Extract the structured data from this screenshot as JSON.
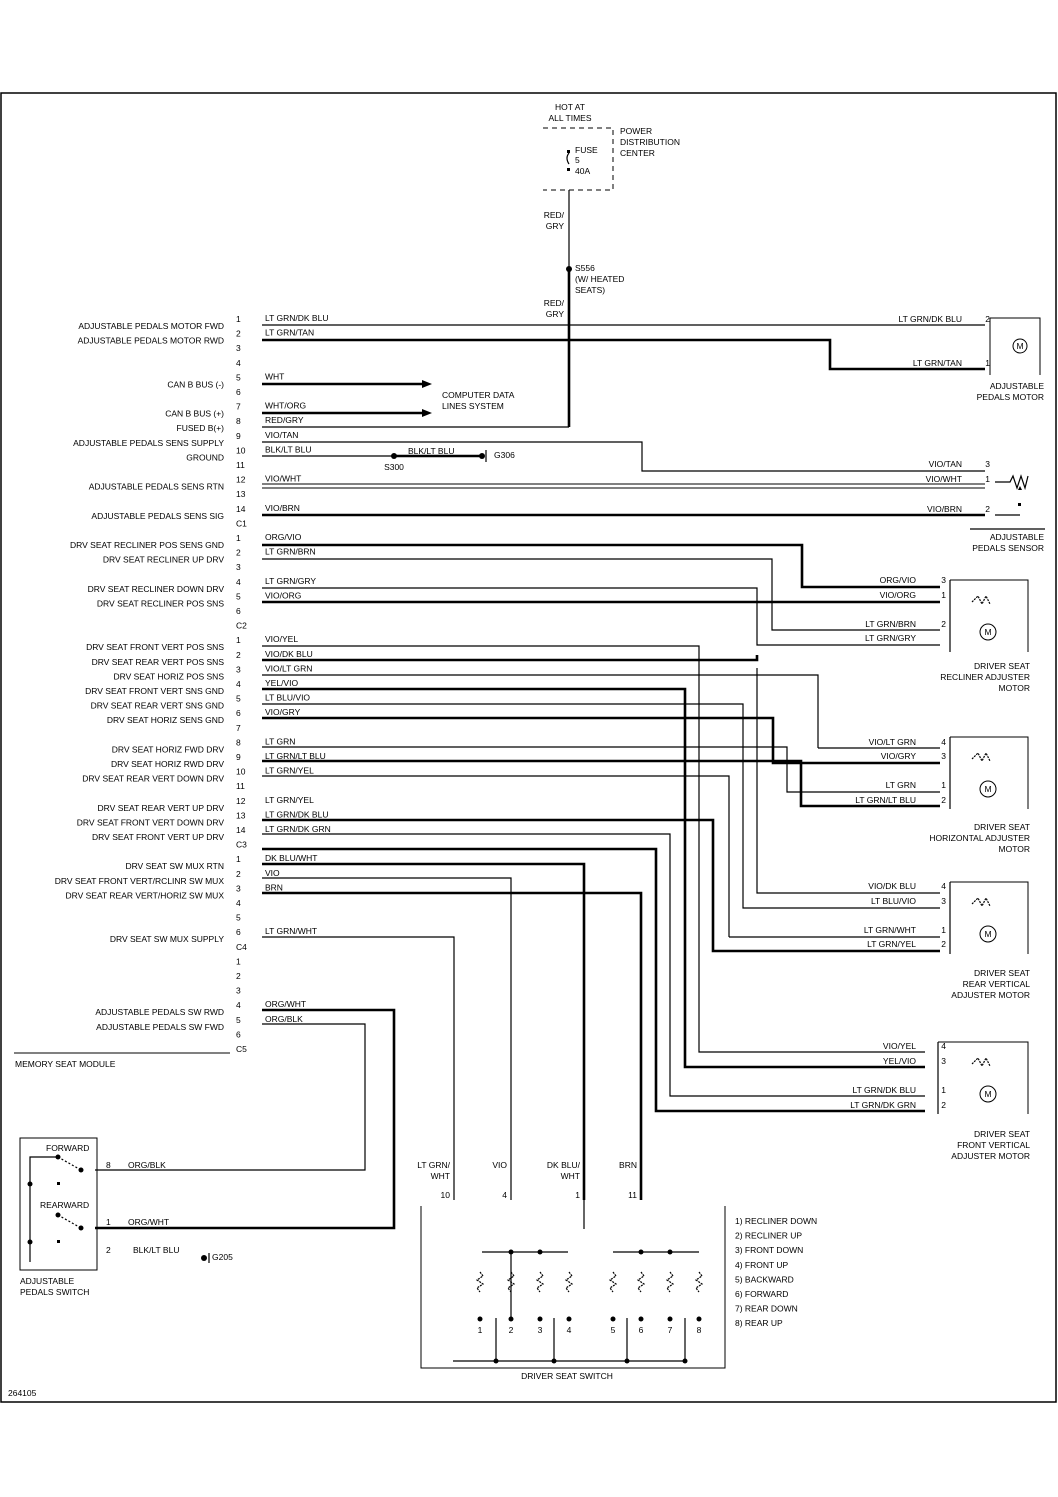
{
  "diagram_id": "264105",
  "power": {
    "hot_label": [
      "HOT AT",
      "ALL TIMES"
    ],
    "pdc_label": [
      "POWER",
      "DISTRIBUTION",
      "CENTER"
    ],
    "fuse_label": [
      "FUSE",
      "5",
      "40A"
    ],
    "feed_wire": [
      "RED/",
      "GRY"
    ],
    "splice_label": [
      "S556",
      "(W/ HEATED",
      "SEATS)"
    ],
    "feed_wire2": [
      "RED/",
      "GRY"
    ]
  },
  "module": {
    "name": "MEMORY SEAT MODULE",
    "connectors": [
      {
        "name": "C1",
        "pins": [
          {
            "pin": "1",
            "wire": "LT GRN/DK BLU",
            "circuit": "ADJUSTABLE PEDALS MOTOR FWD"
          },
          {
            "pin": "2",
            "wire": "LT GRN/TAN",
            "circuit": "ADJUSTABLE PEDALS MOTOR RWD"
          },
          {
            "pin": "3",
            "wire": "",
            "circuit": ""
          },
          {
            "pin": "4",
            "wire": "",
            "circuit": ""
          },
          {
            "pin": "5",
            "wire": "WHT",
            "circuit": "CAN B BUS (-)"
          },
          {
            "pin": "6",
            "wire": "",
            "circuit": ""
          },
          {
            "pin": "7",
            "wire": "WHT/ORG",
            "circuit": "CAN B BUS (+)"
          },
          {
            "pin": "8",
            "wire": "RED/GRY",
            "circuit": "FUSED B(+)"
          },
          {
            "pin": "9",
            "wire": "VIO/TAN",
            "circuit": "ADJUSTABLE PEDALS SENS SUPPLY"
          },
          {
            "pin": "10",
            "wire": "BLK/LT BLU",
            "circuit": "GROUND"
          },
          {
            "pin": "11",
            "wire": "",
            "circuit": ""
          },
          {
            "pin": "12",
            "wire": "VIO/WHT",
            "circuit": "ADJUSTABLE PEDALS SENS RTN"
          },
          {
            "pin": "13",
            "wire": "",
            "circuit": ""
          },
          {
            "pin": "14",
            "wire": "VIO/BRN",
            "circuit": "ADJUSTABLE PEDALS SENS SIG"
          }
        ]
      },
      {
        "name": "C2",
        "pins": [
          {
            "pin": "1",
            "wire": "ORG/VIO",
            "circuit": "DRV SEAT RECLINER POS SENS GND"
          },
          {
            "pin": "2",
            "wire": "LT GRN/BRN",
            "circuit": "DRV SEAT RECLINER UP DRV"
          },
          {
            "pin": "3",
            "wire": "",
            "circuit": ""
          },
          {
            "pin": "4",
            "wire": "LT GRN/GRY",
            "circuit": "DRV SEAT RECLINER DOWN DRV"
          },
          {
            "pin": "5",
            "wire": "VIO/ORG",
            "circuit": "DRV SEAT RECLINER POS SNS"
          },
          {
            "pin": "6",
            "wire": "",
            "circuit": ""
          }
        ]
      },
      {
        "name": "C3",
        "pins": [
          {
            "pin": "1",
            "wire": "VIO/YEL",
            "circuit": "DRV SEAT FRONT VERT POS SNS"
          },
          {
            "pin": "2",
            "wire": "VIO/DK BLU",
            "circuit": "DRV SEAT REAR VERT POS SNS"
          },
          {
            "pin": "3",
            "wire": "VIO/LT GRN",
            "circuit": "DRV SEAT HORIZ POS SNS"
          },
          {
            "pin": "4",
            "wire": "YEL/VIO",
            "circuit": "DRV SEAT FRONT VERT SNS GND"
          },
          {
            "pin": "5",
            "wire": "LT BLU/VIO",
            "circuit": "DRV SEAT REAR VERT SNS GND"
          },
          {
            "pin": "6",
            "wire": "VIO/GRY",
            "circuit": "DRV SEAT HORIZ SENS GND"
          },
          {
            "pin": "7",
            "wire": "",
            "circuit": ""
          },
          {
            "pin": "8",
            "wire": "LT GRN",
            "circuit": "DRV SEAT HORIZ FWD DRV"
          },
          {
            "pin": "9",
            "wire": "LT GRN/LT BLU",
            "circuit": "DRV SEAT HORIZ RWD DRV"
          },
          {
            "pin": "10",
            "wire": "LT GRN/YEL",
            "circuit": "DRV SEAT REAR VERT DOWN DRV"
          },
          {
            "pin": "11",
            "wire": "",
            "circuit": ""
          },
          {
            "pin": "12",
            "wire": "LT GRN/YEL",
            "circuit": "DRV SEAT REAR VERT UP DRV"
          },
          {
            "pin": "13",
            "wire": "LT GRN/DK BLU",
            "circuit": "DRV SEAT FRONT VERT DOWN DRV"
          },
          {
            "pin": "14",
            "wire": "LT GRN/DK GRN",
            "circuit": "DRV SEAT FRONT VERT UP DRV"
          }
        ]
      },
      {
        "name": "C4",
        "pins": [
          {
            "pin": "1",
            "wire": "DK BLU/WHT",
            "circuit": "DRV SEAT SW MUX RTN"
          },
          {
            "pin": "2",
            "wire": "VIO",
            "circuit": "DRV SEAT FRONT VERT/RCLINR SW MUX"
          },
          {
            "pin": "3",
            "wire": "BRN",
            "circuit": "DRV SEAT REAR VERT/HORIZ SW MUX"
          },
          {
            "pin": "4",
            "wire": "",
            "circuit": ""
          },
          {
            "pin": "5",
            "wire": "",
            "circuit": ""
          },
          {
            "pin": "6",
            "wire": "LT GRN/WHT",
            "circuit": "DRV SEAT SW MUX SUPPLY"
          }
        ]
      },
      {
        "name": "C5",
        "pins": [
          {
            "pin": "1",
            "wire": "",
            "circuit": ""
          },
          {
            "pin": "2",
            "wire": "",
            "circuit": ""
          },
          {
            "pin": "3",
            "wire": "",
            "circuit": ""
          },
          {
            "pin": "4",
            "wire": "ORG/WHT",
            "circuit": "ADJUSTABLE PEDALS SW RWD"
          },
          {
            "pin": "5",
            "wire": "ORG/BLK",
            "circuit": "ADJUSTABLE PEDALS SW FWD"
          },
          {
            "pin": "6",
            "wire": "",
            "circuit": ""
          }
        ]
      }
    ]
  },
  "can_bus": {
    "label": [
      "COMPUTER DATA",
      "LINES SYSTEM"
    ]
  },
  "ground": {
    "wire": "BLK/LT BLU",
    "splice": "S300",
    "ground": "G306"
  },
  "components": {
    "pedals_motor": {
      "name": [
        "ADJUSTABLE",
        "PEDALS MOTOR"
      ],
      "pins": [
        {
          "pin": "2",
          "wire": "LT GRN/DK BLU"
        },
        {
          "pin": "1",
          "wire": "LT GRN/TAN"
        }
      ],
      "symbol": "M"
    },
    "pedals_sensor": {
      "name": [
        "ADJUSTABLE",
        "PEDALS SENSOR"
      ],
      "pins": [
        {
          "pin": "3",
          "wire": "VIO/TAN"
        },
        {
          "pin": "1",
          "wire": "VIO/WHT"
        },
        {
          "pin": "2",
          "wire": "VIO/BRN"
        }
      ]
    },
    "recliner_motor": {
      "name": [
        "DRIVER SEAT",
        "RECLINER ADJUSTER",
        "MOTOR"
      ],
      "pins": [
        {
          "pin": "3",
          "wire": "ORG/VIO"
        },
        {
          "pin": "1",
          "wire": "VIO/ORG"
        },
        {
          "pin": "2",
          "wire": "LT GRN/BRN"
        },
        {
          "pin": "",
          "wire": "LT GRN/GRY"
        }
      ],
      "symbol": "M"
    },
    "horizontal_motor": {
      "name": [
        "DRIVER SEAT",
        "HORIZONTAL ADJUSTER",
        "MOTOR"
      ],
      "pins": [
        {
          "pin": "4",
          "wire": "VIO/LT GRN"
        },
        {
          "pin": "3",
          "wire": "VIO/GRY"
        },
        {
          "pin": "1",
          "wire": "LT GRN"
        },
        {
          "pin": "2",
          "wire": "LT GRN/LT BLU"
        }
      ],
      "symbol": "M"
    },
    "rear_vertical_motor": {
      "name": [
        "DRIVER SEAT",
        "REAR VERTICAL",
        "ADJUSTER MOTOR"
      ],
      "pins": [
        {
          "pin": "4",
          "wire": "VIO/DK BLU"
        },
        {
          "pin": "3",
          "wire": "LT BLU/VIO"
        },
        {
          "pin": "1",
          "wire": "LT GRN/WHT"
        },
        {
          "pin": "2",
          "wire": "LT GRN/YEL"
        }
      ],
      "symbol": "M"
    },
    "front_vertical_motor": {
      "name": [
        "DRIVER SEAT",
        "FRONT VERTICAL",
        "ADJUSTER MOTOR"
      ],
      "pins": [
        {
          "pin": "4",
          "wire": "VIO/YEL"
        },
        {
          "pin": "3",
          "wire": "YEL/VIO"
        },
        {
          "pin": "1",
          "wire": "LT GRN/DK BLU"
        },
        {
          "pin": "2",
          "wire": "LT GRN/DK GRN"
        }
      ],
      "symbol": "M"
    },
    "pedals_switch": {
      "name": [
        "ADJUSTABLE",
        "PEDALS SWITCH"
      ],
      "positions": [
        "FORWARD",
        "REARWARD"
      ],
      "pins": [
        {
          "pin": "8",
          "wire": "ORG/BLK"
        },
        {
          "pin": "1",
          "wire": "ORG/WHT"
        },
        {
          "pin": "2",
          "wire": "BLK/LT BLU"
        }
      ],
      "ground": "G205"
    },
    "seat_switch": {
      "name": "DRIVER SEAT SWITCH",
      "pins": [
        {
          "pin": "10",
          "wire": [
            "LT GRN/",
            "WHT"
          ]
        },
        {
          "pin": "4",
          "wire": [
            "VIO",
            ""
          ]
        },
        {
          "pin": "1",
          "wire": [
            "DK BLU/",
            "WHT"
          ]
        },
        {
          "pin": "11",
          "wire": [
            "BRN",
            ""
          ]
        }
      ],
      "contacts": [
        "1",
        "2",
        "3",
        "4",
        "5",
        "6",
        "7",
        "8"
      ],
      "legend": [
        "1) RECLINER DOWN",
        "2) RECLINER UP",
        "3) FRONT DOWN",
        "4) FRONT UP",
        "5) BACKWARD",
        "6) FORWARD",
        "7) REAR DOWN",
        "8) REAR UP"
      ]
    }
  }
}
